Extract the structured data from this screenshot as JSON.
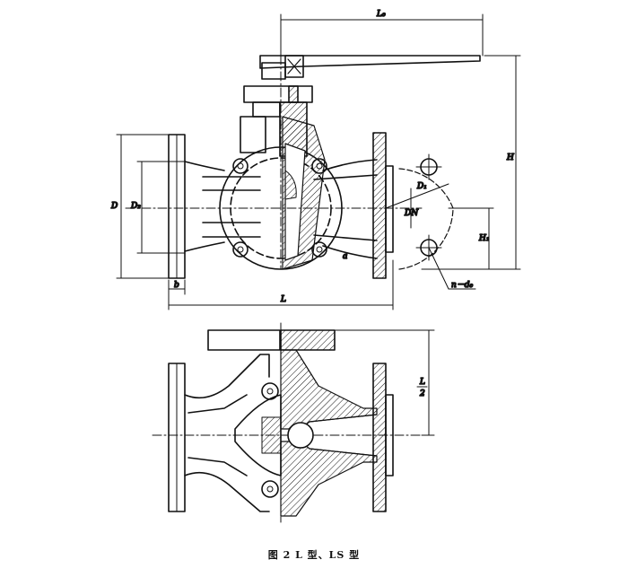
{
  "caption": "图 2   L 型、LS 型",
  "labels": {
    "l0": "L₀",
    "H": "H",
    "D": "D",
    "D1": "D₁",
    "D2": "D₂",
    "DN": "DN",
    "H1": "H₁",
    "b": "b",
    "L": "L",
    "n_d0": "n－d₀",
    "L_half_num": "L",
    "L_half_den": "2",
    "marker": "a"
  }
}
